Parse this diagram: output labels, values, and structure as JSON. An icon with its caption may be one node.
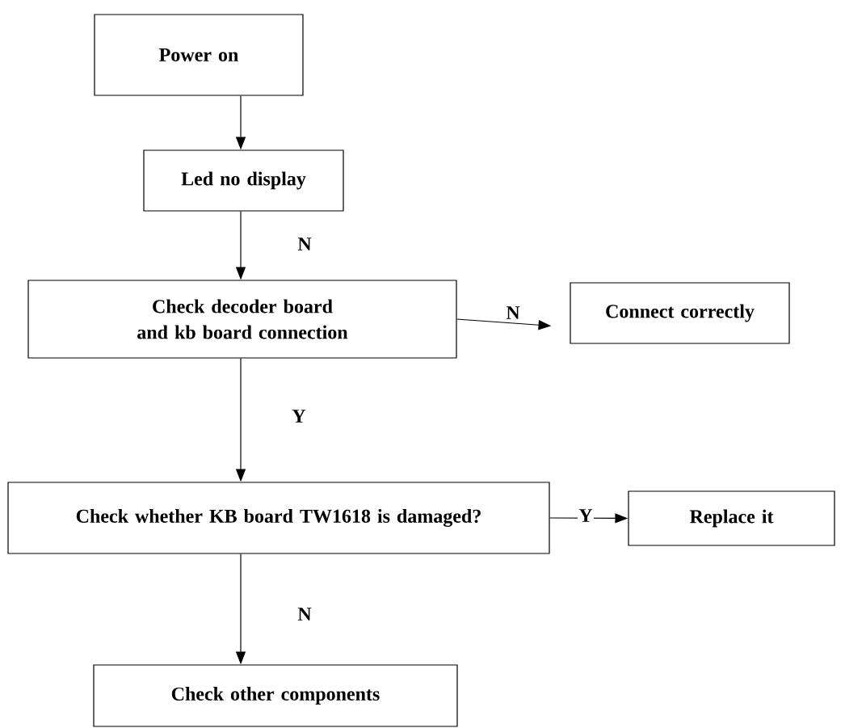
{
  "diagram": {
    "nodes": [
      {
        "text": [
          "Power on"
        ]
      },
      {
        "text": [
          "Led no display"
        ]
      },
      {
        "text": [
          "Check decoder board and kb board connection"
        ]
      },
      {
        "text": [
          "Connect correctly"
        ]
      },
      {
        "text": [
          "Check whether KB board TW1618 is damaged?"
        ]
      },
      {
        "text": [
          "Replace it"
        ]
      },
      {
        "text": [
          "Check other components"
        ]
      }
    ],
    "edges": [
      {
        "from": 0,
        "to": 1,
        "arrow": "to"
      },
      {
        "from": 1,
        "to": 2,
        "arrow": "to",
        "label": "N"
      },
      {
        "from": 2,
        "to": 3,
        "arrow": "to",
        "label": "N"
      },
      {
        "from": 2,
        "to": 4,
        "arrow": "to",
        "label": "Y"
      },
      {
        "from": 4,
        "to": 5,
        "arrow": "to",
        "label": "Y"
      },
      {
        "from": 4,
        "to": 6,
        "arrow": "to",
        "label": "N"
      }
    ]
  }
}
